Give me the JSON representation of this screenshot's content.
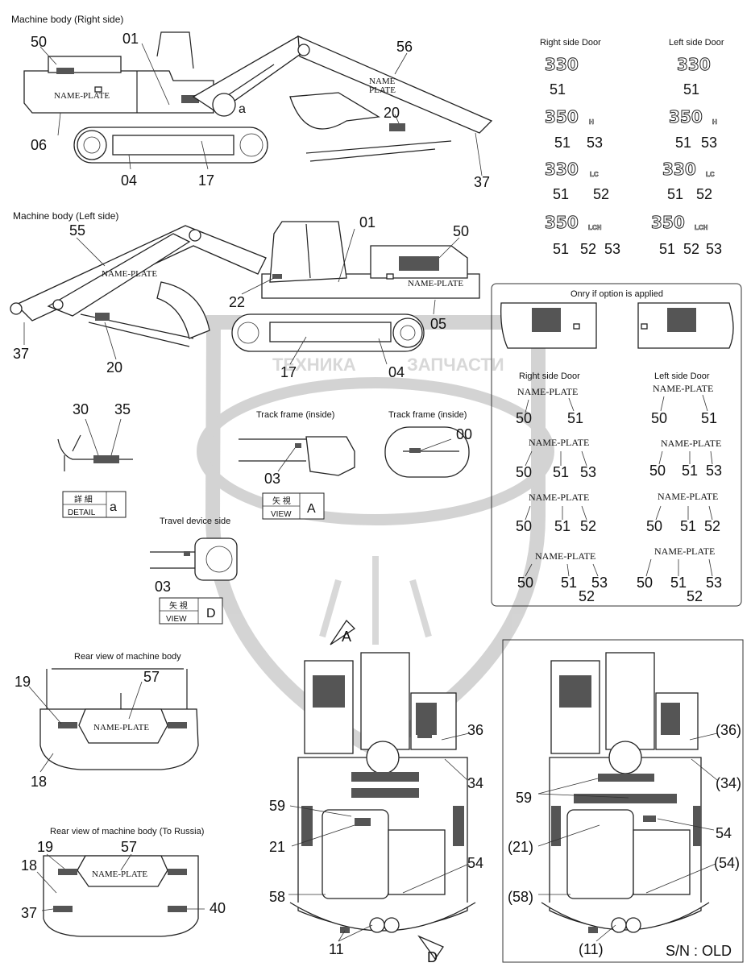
{
  "sections": {
    "right_side": "Machine body (Right side)",
    "left_side": "Machine body (Left side)",
    "right_door": "Right side Door",
    "left_door": "Left side Door",
    "option_header": "Onry if option is applied",
    "opt_right_door": "Right side Door",
    "opt_left_door": "Left side Door",
    "track_inside_1": "Track frame (inside)",
    "track_inside_2": "Track frame (inside)",
    "travel_device": "Travel device side",
    "rear_view": "Rear view of machine body",
    "rear_view_russia": "Rear view of machine body (To Russia)",
    "serial": "S/N : OLD"
  },
  "nameplate": "NAME-PLATE",
  "badges": {
    "b330": "330",
    "b350": "350",
    "suffix_h": "H",
    "suffix_lc": "LC",
    "suffix_lch": "LCH"
  },
  "detail_box": {
    "jp": "詳 細",
    "en": "DETAIL",
    "letter": "a"
  },
  "view_a_box": {
    "jp": "矢 視",
    "en": "VIEW",
    "letter": "A"
  },
  "view_d_box": {
    "jp": "矢 視",
    "en": "VIEW",
    "letter": "D"
  },
  "view_markers": {
    "a": "A",
    "d": "D",
    "detail": "a"
  },
  "watermark": {
    "left": "ТЕХНИКА",
    "right": "ЗАПЧАСТИ",
    "logo": "ЭПФ"
  },
  "callouts": {
    "r50": "50",
    "r01": "01",
    "r56": "56",
    "r20": "20",
    "r06": "06",
    "r04": "04",
    "r17": "17",
    "r37": "37",
    "l55": "55",
    "l01": "01",
    "l50": "50",
    "l22": "22",
    "l05": "05",
    "l37": "37",
    "l20": "20",
    "l17": "17",
    "l04": "04",
    "d30": "30",
    "d35": "35",
    "v03a": "03",
    "v00": "00",
    "v03d": "03",
    "rd1_51": "51",
    "ld1_51": "51",
    "rd2_51": "51",
    "rd2_53": "53",
    "ld2_51": "51",
    "ld2_53": "53",
    "rd3_51": "51",
    "rd3_52": "52",
    "ld3_51": "51",
    "ld3_52": "52",
    "rd4_51": "51",
    "rd4_52": "52",
    "rd4_53": "53",
    "ld4_51": "51",
    "ld4_52": "52",
    "ld4_53": "53",
    "o1_50": "50",
    "o1_51": "51",
    "o1b_50": "50",
    "o1b_51": "51",
    "o2_50": "50",
    "o2_51": "51",
    "o2_53": "53",
    "o2b_50": "50",
    "o2b_51": "51",
    "o2b_53": "53",
    "o3_50": "50",
    "o3_51": "51",
    "o3_52": "52",
    "o3b_50": "50",
    "o3b_51": "51",
    "o3b_52": "52",
    "o4_50": "50",
    "o4_51": "51",
    "o4_53": "53",
    "o4_52": "52",
    "o4b_50": "50",
    "o4b_51": "51",
    "o4b_53": "53",
    "o4b_52": "52",
    "rv19": "19",
    "rv57": "57",
    "rv18": "18",
    "ru19": "19",
    "ru57": "57",
    "ru18": "18",
    "ru37": "37",
    "ru40": "40",
    "t36": "36",
    "t34": "34",
    "t59": "59",
    "t21": "21",
    "t58": "58",
    "t54": "54",
    "t11": "11",
    "o36": "(36)",
    "o34": "(34)",
    "o59": "59",
    "o54": "54",
    "o21": "(21)",
    "o58": "(58)",
    "o54b": "(54)",
    "o11": "(11)"
  }
}
